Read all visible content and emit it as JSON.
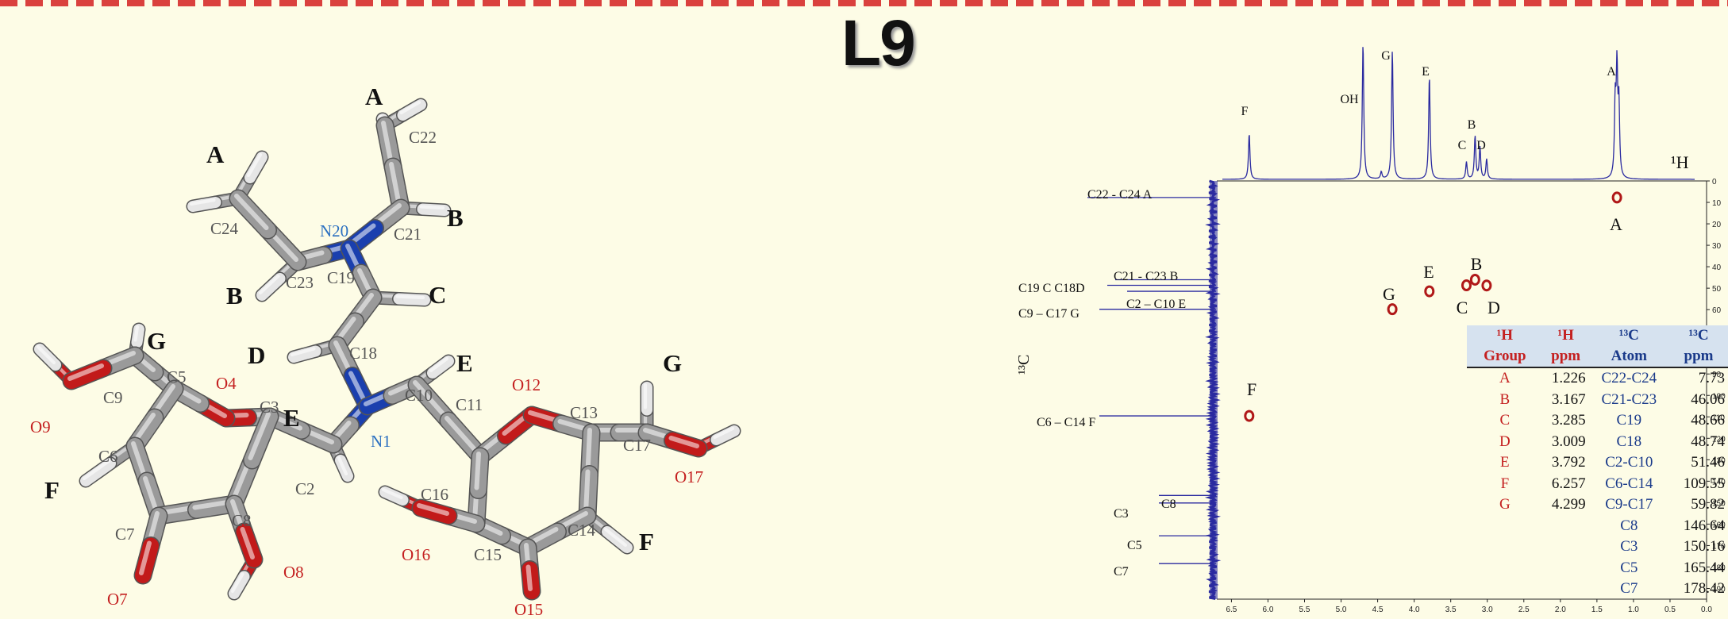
{
  "title": "L9",
  "molecule": {
    "atoms": [
      {
        "id": "N20",
        "color": "#2a6fc0"
      },
      {
        "id": "N1",
        "color": "#2a6fc0"
      },
      {
        "id": "O4",
        "color": "#c42020"
      },
      {
        "id": "O9",
        "color": "#c42020"
      },
      {
        "id": "O7",
        "color": "#c42020"
      },
      {
        "id": "O8",
        "color": "#c42020"
      },
      {
        "id": "O12",
        "color": "#c42020"
      },
      {
        "id": "O16",
        "color": "#c42020"
      },
      {
        "id": "O15",
        "color": "#c42020"
      },
      {
        "id": "O17",
        "color": "#c42020"
      },
      {
        "id": "C22",
        "color": "#555555"
      },
      {
        "id": "C21",
        "color": "#555555"
      },
      {
        "id": "C24",
        "color": "#555555"
      },
      {
        "id": "C23",
        "color": "#555555"
      },
      {
        "id": "C19",
        "color": "#555555"
      },
      {
        "id": "C18",
        "color": "#555555"
      },
      {
        "id": "C9",
        "color": "#555555"
      },
      {
        "id": "C5",
        "color": "#555555"
      },
      {
        "id": "C3",
        "color": "#555555"
      },
      {
        "id": "C6",
        "color": "#555555"
      },
      {
        "id": "C2",
        "color": "#555555"
      },
      {
        "id": "C7",
        "color": "#555555"
      },
      {
        "id": "C8",
        "color": "#555555"
      },
      {
        "id": "C10",
        "color": "#555555"
      },
      {
        "id": "C11",
        "color": "#555555"
      },
      {
        "id": "C13",
        "color": "#555555"
      },
      {
        "id": "C17",
        "color": "#555555"
      },
      {
        "id": "C16",
        "color": "#555555"
      },
      {
        "id": "C15",
        "color": "#555555"
      },
      {
        "id": "C14",
        "color": "#555555"
      }
    ],
    "groups": [
      "A",
      "A",
      "B",
      "B",
      "C",
      "D",
      "E",
      "E",
      "F",
      "F",
      "G",
      "G"
    ]
  },
  "nmr": {
    "h1_label": "¹H",
    "c13_label": "¹³C",
    "h1_peak_labels": [
      "F",
      "OH",
      "G",
      "E",
      "B",
      "C",
      "D",
      "A"
    ],
    "c13_labels": [
      "C22 - C24  A",
      "C21 - C23  B",
      "C19 C   C18D",
      "C2 – C10 E",
      "C9 – C17  G",
      "C6 – C14  F",
      "C8",
      "C3",
      "C5",
      "C7"
    ],
    "cross_labels": [
      "A",
      "E",
      "B",
      "G",
      "C",
      "D",
      "F"
    ],
    "x_ticks": [
      "6.5",
      "6.0",
      "5.5",
      "5.0",
      "4.5",
      "4.0",
      "3.5",
      "3.0",
      "2.5",
      "2.0",
      "1.5",
      "1.0",
      "0.5",
      "0.0"
    ],
    "y_ticks": [
      "0",
      "10",
      "20",
      "30",
      "40",
      "50",
      "60",
      "70",
      "80",
      "90",
      "100",
      "110",
      "120",
      "130",
      "140",
      "150",
      "160",
      "170",
      "180",
      "190"
    ]
  },
  "table": {
    "headers": [
      [
        "¹H",
        "Group"
      ],
      [
        "¹H",
        "ppm"
      ],
      [
        "¹³C",
        "Atom"
      ],
      [
        "¹³C",
        "ppm"
      ]
    ],
    "rows": [
      [
        "A",
        "1.226",
        "C22-C24",
        "7.73"
      ],
      [
        "B",
        "3.167",
        "C21-C23",
        "46.06"
      ],
      [
        "C",
        "3.285",
        "C19",
        "48.66"
      ],
      [
        "D",
        "3.009",
        "C18",
        "48.74"
      ],
      [
        "E",
        "3.792",
        "C2-C10",
        "51.46"
      ],
      [
        "F",
        "6.257",
        "C6-C14",
        "109.55"
      ],
      [
        "G",
        "4.299",
        "C9-C17",
        "59.82"
      ],
      [
        "",
        "",
        "C8",
        "146.64"
      ],
      [
        "",
        "",
        "C3",
        "150.16"
      ],
      [
        "",
        "",
        "C5",
        "165.44"
      ],
      [
        "",
        "",
        "C7",
        "178.42"
      ]
    ]
  },
  "colors": {
    "background": "#fdfce6",
    "spectrum": "#2a2aa0",
    "cross_peak": "#b01818",
    "hydrogen_text": "#c42020",
    "carbon_text": "#1a3a8a"
  }
}
